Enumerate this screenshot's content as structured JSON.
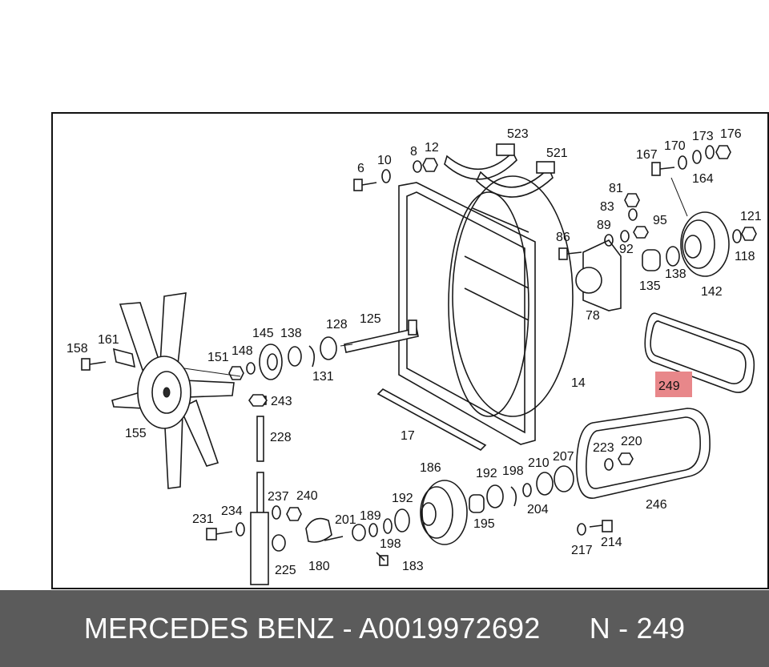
{
  "diagram": {
    "highlight_color": "#e8878a",
    "highlighted_label": "249",
    "labels": [
      "523",
      "521",
      "6",
      "10",
      "8",
      "12",
      "167",
      "170",
      "173",
      "176",
      "164",
      "81",
      "83",
      "89",
      "95",
      "92",
      "86",
      "121",
      "118",
      "135",
      "138",
      "142",
      "78",
      "158",
      "161",
      "145",
      "138",
      "128",
      "125",
      "151",
      "148",
      "131",
      "155",
      "243",
      "228",
      "14",
      "249",
      "17",
      "186",
      "192",
      "198",
      "210",
      "207",
      "223",
      "220",
      "237",
      "240",
      "231",
      "234",
      "201",
      "189",
      "192",
      "195",
      "204",
      "246",
      "225",
      "180",
      "198",
      "183",
      "217",
      "214"
    ]
  },
  "footer": {
    "text": "MERCEDES BENZ - A0019972692      N - 249",
    "background": "#5b5b5b"
  }
}
